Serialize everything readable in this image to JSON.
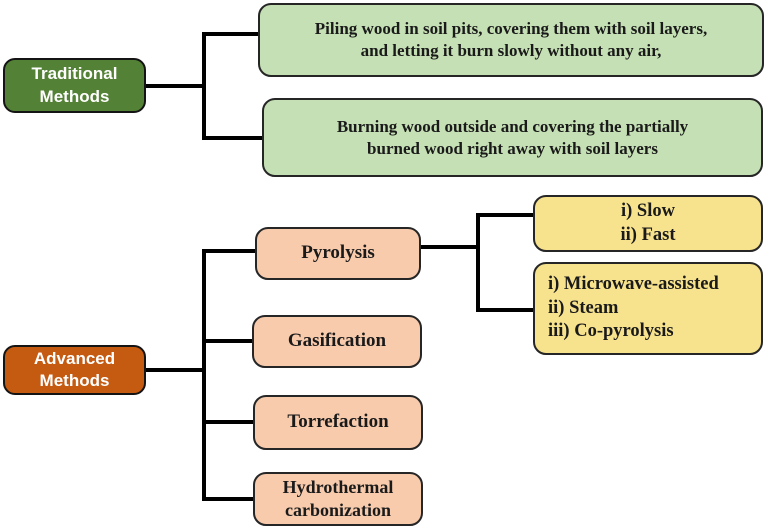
{
  "palette": {
    "traditional_root_fill": "#538135",
    "advanced_root_fill": "#C55A11",
    "traditional_child_fill": "#C5E0B4",
    "advanced_child_fill": "#F8CBAD",
    "pyrolysis_child_fill": "#F7E28D",
    "connector_color": "#000000",
    "node_border_color": "#262626",
    "dark_text": "#1A1A1A",
    "light_text": "#FFFFFF"
  },
  "nodes": {
    "traditional_root": {
      "label": "Traditional\nMethods"
    },
    "advanced_root": {
      "label": "Advanced\nMethods"
    },
    "traditional_children": [
      {
        "label": "Piling wood in soil pits, covering them with soil layers,\nand letting it burn slowly without any air,"
      },
      {
        "label": "Burning wood outside and covering the partially\nburned wood right away with soil layers"
      }
    ],
    "advanced_children": [
      {
        "label": "Pyrolysis"
      },
      {
        "label": "Gasification"
      },
      {
        "label": "Torrefaction"
      },
      {
        "label": "Hydrothermal\ncarbonization"
      }
    ],
    "pyrolysis_children": [
      {
        "label": "i) Slow\nii) Fast"
      },
      {
        "label": "i) Microwave-assisted\nii) Steam\niii) Co-pyrolysis"
      }
    ]
  }
}
